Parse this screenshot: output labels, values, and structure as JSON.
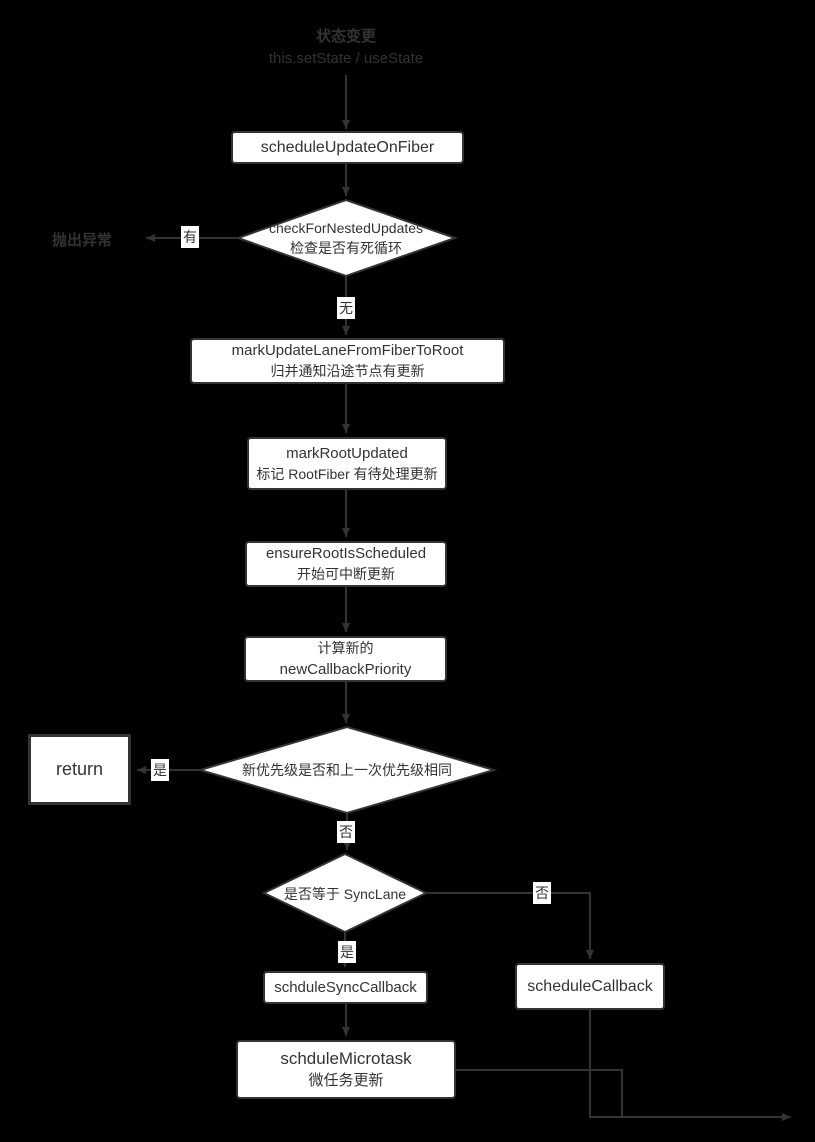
{
  "colors": {
    "background": "#000000",
    "stroke": "#333333",
    "node_fill": "#ffffff",
    "text": "#333333"
  },
  "nodes": {
    "start": {
      "line1": "状态变更",
      "line2": "this.setState / useState"
    },
    "schedule_update": {
      "label": "scheduleUpdateOnFiber"
    },
    "check_nested": {
      "line1": "checkForNestedUpdates",
      "line2": "检查是否有死循环"
    },
    "throw_error": {
      "label": "抛出异常"
    },
    "mark_update_lane": {
      "line1": "markUpdateLaneFromFiberToRoot",
      "line2": "归并通知沿途节点有更新"
    },
    "mark_root_updated": {
      "line1": "markRootUpdated",
      "line2": "标记 RootFiber 有待处理更新"
    },
    "ensure_root": {
      "line1": "ensureRootIsScheduled",
      "line2": "开始可中断更新"
    },
    "calc_priority": {
      "line1": "计算新的",
      "line2": "newCallbackPriority"
    },
    "same_priority": {
      "label": "新优先级是否和上一次优先级相同"
    },
    "return_node": {
      "label": "return"
    },
    "is_synclane": {
      "label": "是否等于 SyncLane"
    },
    "schedule_sync_callback": {
      "label": "schduleSyncCallback"
    },
    "schedule_callback": {
      "label": "scheduleCallback"
    },
    "schedule_microtask": {
      "line1": "schduleMicrotask",
      "line2": "微任务更新"
    }
  },
  "edge_labels": {
    "has_loop": "有",
    "no_loop": "无",
    "same_yes": "是",
    "same_no": "否",
    "sync_yes": "是",
    "sync_no": "否"
  }
}
